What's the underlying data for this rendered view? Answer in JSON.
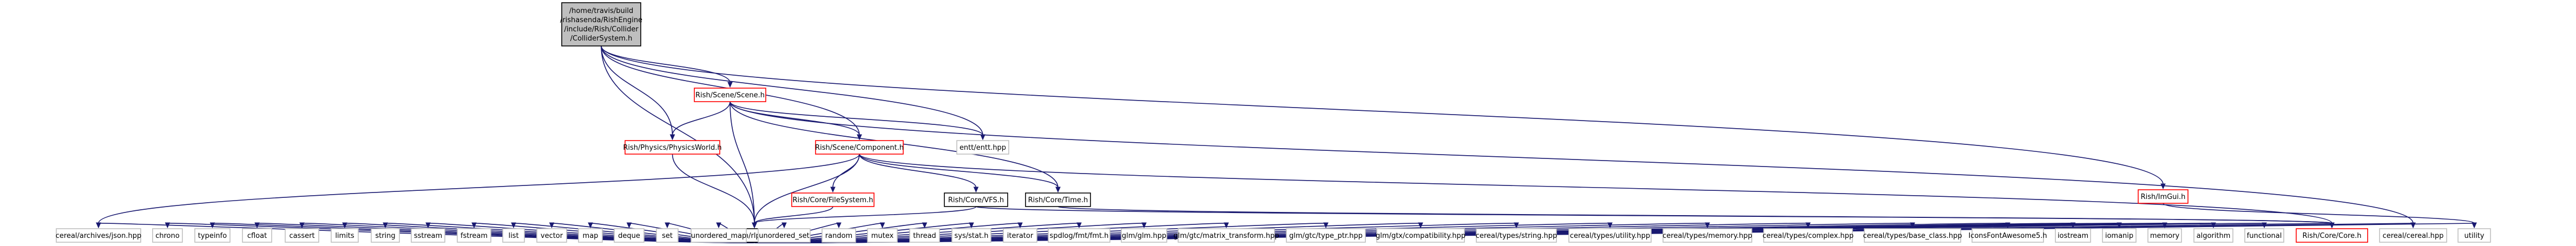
{
  "graph": {
    "colors": {
      "edge": "#191970",
      "root_fill": "#bfbfbf",
      "node_fill": "#ffffff",
      "node_border": "#000000",
      "linked_border": "#ff0000",
      "leaf_border": "#bfbfbf"
    },
    "nodes": [
      {
        "id": "root",
        "kind": "root",
        "lines": [
          "/home/travis/build",
          "/rishasenda/RishEngine",
          "/include/Rish/Collider",
          "/ColliderSystem.h"
        ]
      },
      {
        "id": "scene",
        "kind": "linked",
        "lines": [
          "Rish/Scene/Scene.h"
        ]
      },
      {
        "id": "physicsworld",
        "kind": "linked",
        "lines": [
          "Rish/Physics/PhysicsWorld.h"
        ]
      },
      {
        "id": "scenecomponent",
        "kind": "linked",
        "lines": [
          "Rish/Scene/Component.h"
        ]
      },
      {
        "id": "entt",
        "kind": "leaf",
        "lines": [
          "entt/entt.hpp"
        ]
      },
      {
        "id": "imgui",
        "kind": "linked",
        "lines": [
          "Rish/ImGui.h"
        ]
      },
      {
        "id": "filesystem",
        "kind": "linked",
        "lines": [
          "Rish/Core/FileSystem.h"
        ]
      },
      {
        "id": "vfs",
        "kind": "plain",
        "lines": [
          "Rish/Core/VFS.h"
        ]
      },
      {
        "id": "time",
        "kind": "plain",
        "lines": [
          "Rish/Core/Time.h"
        ]
      },
      {
        "id": "rishpch",
        "kind": "plain",
        "lines": [
          "Rish/rlpch.h"
        ]
      },
      {
        "id": "cerealjson",
        "kind": "leaf",
        "lines": [
          "cereal/archives/json.hpp"
        ]
      },
      {
        "id": "chrono",
        "kind": "leaf",
        "lines": [
          "chrono"
        ]
      },
      {
        "id": "typeinfo",
        "kind": "leaf",
        "lines": [
          "typeinfo"
        ]
      },
      {
        "id": "cfloat",
        "kind": "leaf",
        "lines": [
          "cfloat"
        ]
      },
      {
        "id": "cassert",
        "kind": "leaf",
        "lines": [
          "cassert"
        ]
      },
      {
        "id": "limits",
        "kind": "leaf",
        "lines": [
          "limits"
        ]
      },
      {
        "id": "string",
        "kind": "leaf",
        "lines": [
          "string"
        ]
      },
      {
        "id": "sstream",
        "kind": "leaf",
        "lines": [
          "sstream"
        ]
      },
      {
        "id": "fstream",
        "kind": "leaf",
        "lines": [
          "fstream"
        ]
      },
      {
        "id": "list",
        "kind": "leaf",
        "lines": [
          "list"
        ]
      },
      {
        "id": "vector",
        "kind": "leaf",
        "lines": [
          "vector"
        ]
      },
      {
        "id": "map",
        "kind": "leaf",
        "lines": [
          "map"
        ]
      },
      {
        "id": "deque",
        "kind": "leaf",
        "lines": [
          "deque"
        ]
      },
      {
        "id": "set",
        "kind": "leaf",
        "lines": [
          "set"
        ]
      },
      {
        "id": "unordered_map",
        "kind": "leaf",
        "lines": [
          "unordered_map"
        ]
      },
      {
        "id": "unordered_set",
        "kind": "leaf",
        "lines": [
          "unordered_set"
        ]
      },
      {
        "id": "random",
        "kind": "leaf",
        "lines": [
          "random"
        ]
      },
      {
        "id": "mutex",
        "kind": "leaf",
        "lines": [
          "mutex"
        ]
      },
      {
        "id": "thread",
        "kind": "leaf",
        "lines": [
          "thread"
        ]
      },
      {
        "id": "sysstat",
        "kind": "leaf",
        "lines": [
          "sys/stat.h"
        ]
      },
      {
        "id": "iterator",
        "kind": "leaf",
        "lines": [
          "iterator"
        ]
      },
      {
        "id": "spdlog",
        "kind": "leaf",
        "lines": [
          "spdlog/fmt/fmt.h"
        ]
      },
      {
        "id": "glm",
        "kind": "leaf",
        "lines": [
          "glm/glm.hpp"
        ]
      },
      {
        "id": "glmmatrix",
        "kind": "leaf",
        "lines": [
          "glm/gtc/matrix_transform.hpp"
        ]
      },
      {
        "id": "glmtypeptr",
        "kind": "leaf",
        "lines": [
          "glm/gtc/type_ptr.hpp"
        ]
      },
      {
        "id": "glmcompat",
        "kind": "leaf",
        "lines": [
          "glm/gtx/compatibility.hpp"
        ]
      },
      {
        "id": "cerealstring",
        "kind": "leaf",
        "lines": [
          "cereal/types/string.hpp"
        ]
      },
      {
        "id": "cerealutility",
        "kind": "leaf",
        "lines": [
          "cereal/types/utility.hpp"
        ]
      },
      {
        "id": "cerealmemory",
        "kind": "leaf",
        "lines": [
          "cereal/types/memory.hpp"
        ]
      },
      {
        "id": "cerealcomplex",
        "kind": "leaf",
        "lines": [
          "cereal/types/complex.hpp"
        ]
      },
      {
        "id": "cerealbaseclass",
        "kind": "leaf",
        "lines": [
          "cereal/types/base_class.hpp"
        ]
      },
      {
        "id": "iconsfont",
        "kind": "leaf",
        "lines": [
          "IconsFontAwesome5.h"
        ]
      },
      {
        "id": "iostream",
        "kind": "leaf",
        "lines": [
          "iostream"
        ]
      },
      {
        "id": "iomanip",
        "kind": "leaf",
        "lines": [
          "iomanip"
        ]
      },
      {
        "id": "memory",
        "kind": "leaf",
        "lines": [
          "memory"
        ]
      },
      {
        "id": "algorithm",
        "kind": "leaf",
        "lines": [
          "algorithm"
        ]
      },
      {
        "id": "functional",
        "kind": "leaf",
        "lines": [
          "functional"
        ]
      },
      {
        "id": "corecore",
        "kind": "linked",
        "lines": [
          "Rish/Core/Core.h"
        ]
      },
      {
        "id": "cereal",
        "kind": "leaf",
        "lines": [
          "cereal/cereal.hpp"
        ]
      },
      {
        "id": "utility",
        "kind": "leaf",
        "lines": [
          "utility"
        ]
      }
    ],
    "edges": [
      [
        "root",
        "scene"
      ],
      [
        "root",
        "physicsworld"
      ],
      [
        "root",
        "scenecomponent"
      ],
      [
        "root",
        "entt"
      ],
      [
        "root",
        "imgui"
      ],
      [
        "root",
        "rishpch"
      ],
      [
        "scene",
        "physicsworld"
      ],
      [
        "scene",
        "scenecomponent"
      ],
      [
        "scene",
        "entt"
      ],
      [
        "scene",
        "time"
      ],
      [
        "scene",
        "rishpch"
      ],
      [
        "scene",
        "cereal"
      ],
      [
        "physicsworld",
        "rishpch"
      ],
      [
        "scenecomponent",
        "filesystem"
      ],
      [
        "scenecomponent",
        "vfs"
      ],
      [
        "scenecomponent",
        "time"
      ],
      [
        "scenecomponent",
        "rishpch"
      ],
      [
        "scenecomponent",
        "cerealjson"
      ],
      [
        "scenecomponent",
        "corecore"
      ],
      [
        "imgui",
        "utility"
      ],
      [
        "filesystem",
        "rishpch"
      ],
      [
        "vfs",
        "rishpch"
      ],
      [
        "vfs",
        "corecore"
      ],
      [
        "time",
        "corecore"
      ],
      [
        "rishpch",
        "cerealjson"
      ],
      [
        "rishpch",
        "chrono"
      ],
      [
        "rishpch",
        "typeinfo"
      ],
      [
        "rishpch",
        "cfloat"
      ],
      [
        "rishpch",
        "cassert"
      ],
      [
        "rishpch",
        "limits"
      ],
      [
        "rishpch",
        "string"
      ],
      [
        "rishpch",
        "sstream"
      ],
      [
        "rishpch",
        "fstream"
      ],
      [
        "rishpch",
        "list"
      ],
      [
        "rishpch",
        "vector"
      ],
      [
        "rishpch",
        "map"
      ],
      [
        "rishpch",
        "deque"
      ],
      [
        "rishpch",
        "set"
      ],
      [
        "rishpch",
        "unordered_map"
      ],
      [
        "rishpch",
        "unordered_set"
      ],
      [
        "rishpch",
        "random"
      ],
      [
        "rishpch",
        "mutex"
      ],
      [
        "rishpch",
        "thread"
      ],
      [
        "rishpch",
        "sysstat"
      ],
      [
        "rishpch",
        "iterator"
      ],
      [
        "rishpch",
        "spdlog"
      ],
      [
        "rishpch",
        "glm"
      ],
      [
        "rishpch",
        "glmmatrix"
      ],
      [
        "rishpch",
        "glmtypeptr"
      ],
      [
        "rishpch",
        "glmcompat"
      ],
      [
        "rishpch",
        "cerealstring"
      ],
      [
        "rishpch",
        "cerealutility"
      ],
      [
        "rishpch",
        "cerealmemory"
      ],
      [
        "rishpch",
        "cerealcomplex"
      ],
      [
        "rishpch",
        "cerealbaseclass"
      ],
      [
        "rishpch",
        "iconsfont"
      ],
      [
        "rishpch",
        "iostream"
      ],
      [
        "rishpch",
        "iomanip"
      ],
      [
        "rishpch",
        "memory"
      ],
      [
        "rishpch",
        "algorithm"
      ],
      [
        "rishpch",
        "functional"
      ],
      [
        "rishpch",
        "corecore"
      ],
      [
        "rishpch",
        "cereal"
      ],
      [
        "rishpch",
        "utility"
      ]
    ]
  }
}
